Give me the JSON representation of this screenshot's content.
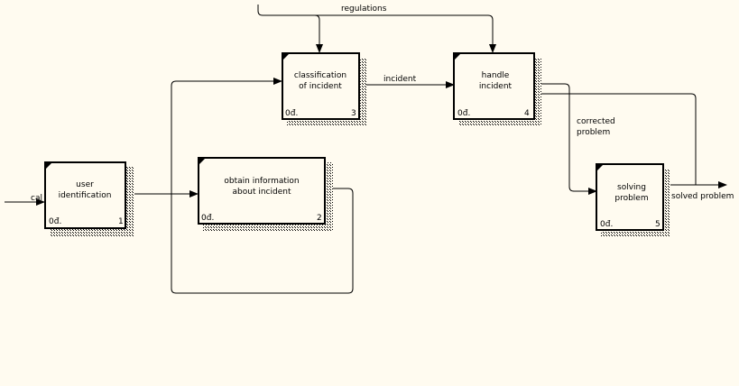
{
  "diagram": {
    "boxes": [
      {
        "id": "user-identification",
        "lines": [
          "user",
          "identification"
        ],
        "cost": "0đ.",
        "number": "1"
      },
      {
        "id": "obtain-information",
        "lines": [
          "obtain information",
          "about incident"
        ],
        "cost": "0đ.",
        "number": "2"
      },
      {
        "id": "classification",
        "lines": [
          "classification",
          "of incident"
        ],
        "cost": "0đ.",
        "number": "3"
      },
      {
        "id": "handle-incident",
        "lines": [
          "handle",
          "incident"
        ],
        "cost": "0đ.",
        "number": "4"
      },
      {
        "id": "solving-problem",
        "lines": [
          "solving",
          "problem"
        ],
        "cost": "0đ.",
        "number": "5"
      }
    ],
    "arrow_labels": {
      "call": "cal",
      "regulations": "regulations",
      "incident": "incident",
      "corrected_line1": "corrected",
      "corrected_line2": "problem",
      "solved": "solved problem"
    }
  }
}
